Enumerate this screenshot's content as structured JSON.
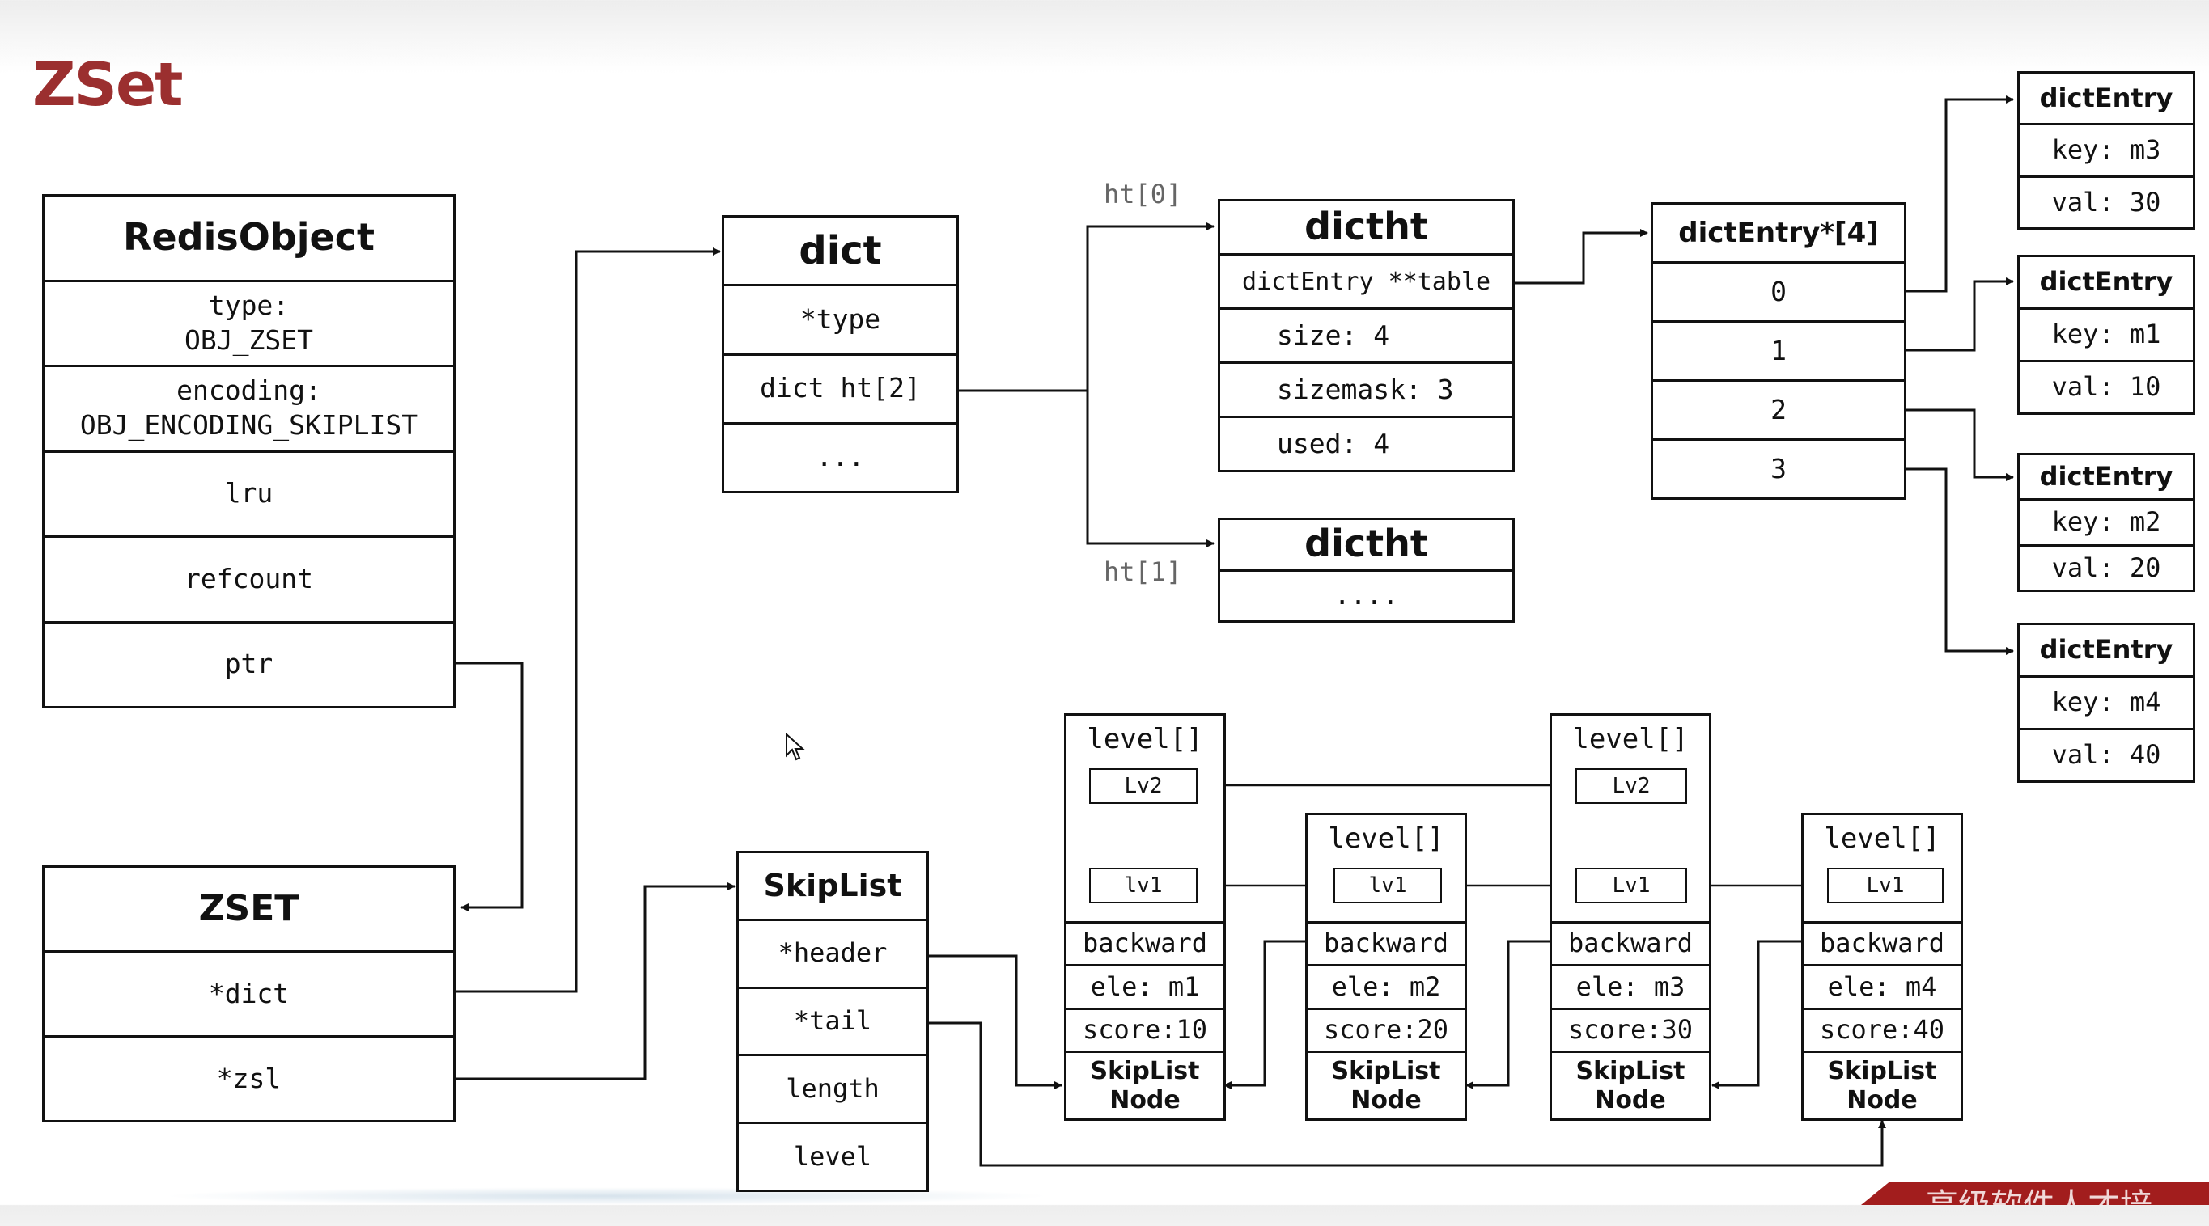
{
  "title": "ZSet",
  "redis_object": {
    "header": "RedisObject",
    "type_label": "type:",
    "type_value": "OBJ_ZSET",
    "encoding_label": "encoding:",
    "encoding_value": "OBJ_ENCODING_SKIPLIST",
    "lru": "lru",
    "refcount": "refcount",
    "ptr": "ptr"
  },
  "zset": {
    "header": "ZSET",
    "dict": "*dict",
    "zsl": "*zsl"
  },
  "dict": {
    "header": "dict",
    "type": "*type",
    "ht": "dict ht[2]",
    "more": "..."
  },
  "ht0_label": "ht[0]",
  "ht1_label": "ht[1]",
  "dictht0": {
    "header": "dictht",
    "table": "dictEntry **table",
    "size": "size: 4",
    "sizemask": "sizemask: 3",
    "used": "used: 4"
  },
  "dictht1": {
    "header": "dictht",
    "more": "...."
  },
  "entry_array": {
    "header": "dictEntry*[4]",
    "slots": [
      "0",
      "1",
      "2",
      "3"
    ]
  },
  "entries": [
    {
      "header": "dictEntry",
      "key": "key: m3",
      "val": "val: 30"
    },
    {
      "header": "dictEntry",
      "key": "key: m1",
      "val": "val: 10"
    },
    {
      "header": "dictEntry",
      "key": "key: m2",
      "val": "val: 20"
    },
    {
      "header": "dictEntry",
      "key": "key: m4",
      "val": "val: 40"
    }
  ],
  "skiplist": {
    "header": "SkipList",
    "header_ptr": "*header",
    "tail_ptr": "*tail",
    "length": "length",
    "level": "level"
  },
  "nodes": [
    {
      "level_label": "level[]",
      "lv2": "Lv2",
      "lv1": "lv1",
      "backward": "backward",
      "ele": "ele: m1",
      "score": "score:10",
      "type_line1": "SkipList",
      "type_line2": "Node"
    },
    {
      "level_label": "level[]",
      "lv1": "lv1",
      "backward": "backward",
      "ele": "ele: m2",
      "score": "score:20",
      "type_line1": "SkipList",
      "type_line2": "Node"
    },
    {
      "level_label": "level[]",
      "lv2": "Lv2",
      "lv1": "Lv1",
      "backward": "backward",
      "ele": "ele: m3",
      "score": "score:30",
      "type_line1": "SkipList",
      "type_line2": "Node"
    },
    {
      "level_label": "level[]",
      "lv1": "Lv1",
      "backward": "backward",
      "ele": "ele: m4",
      "score": "score:40",
      "type_line1": "SkipList",
      "type_line2": "Node"
    }
  ],
  "footer_text": "高级软件人才培"
}
